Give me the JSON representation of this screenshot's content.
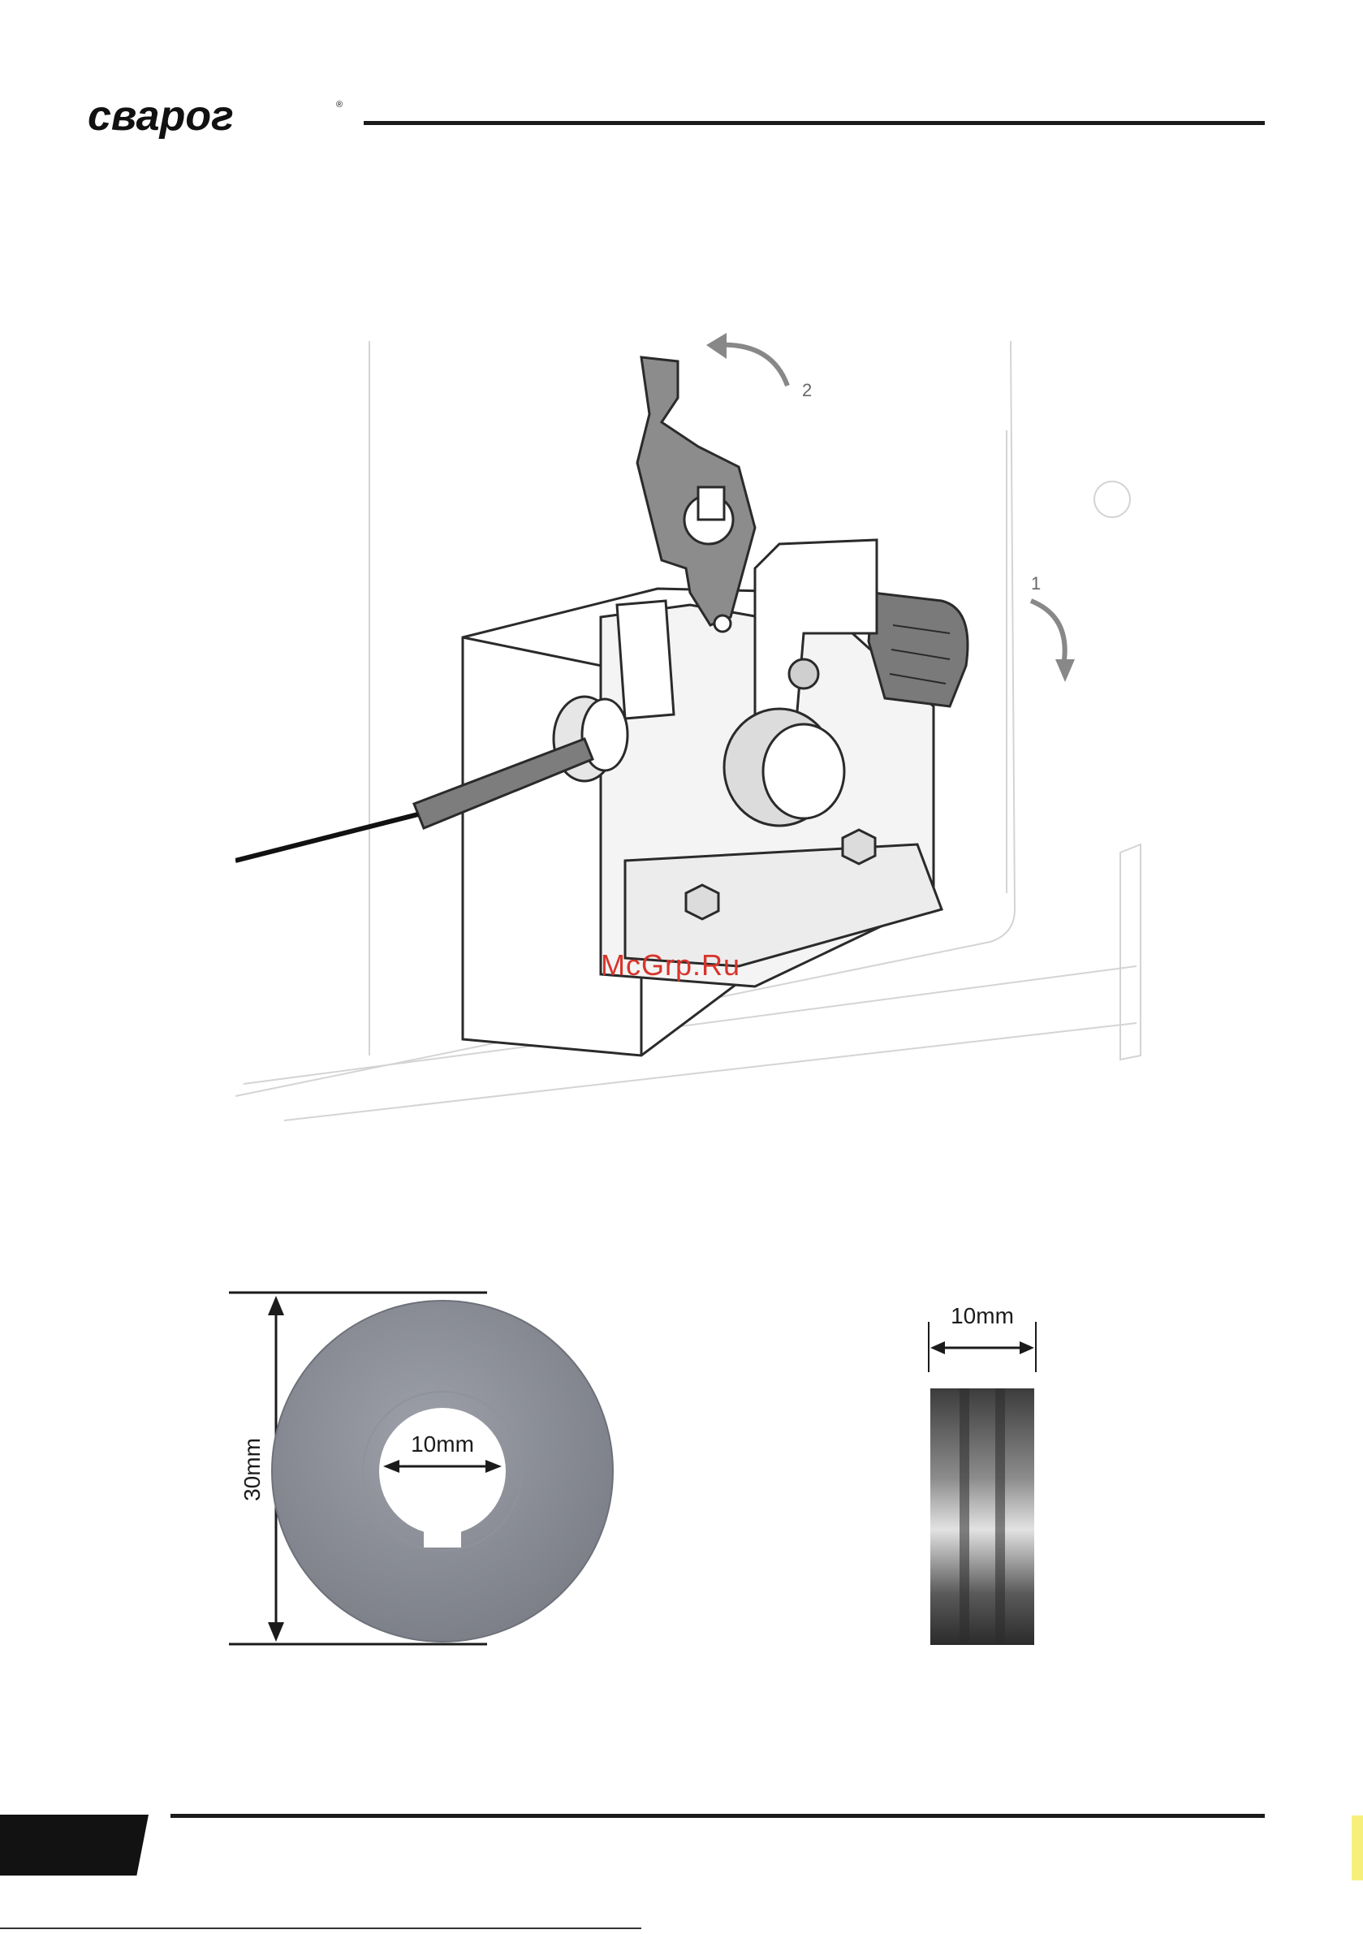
{
  "header": {
    "brand": "сварог",
    "brand_mark": "®"
  },
  "figure_main": {
    "step_labels": [
      "1",
      "2"
    ],
    "watermark": "McGrp.Ru"
  },
  "figure_washer": {
    "outer_label": "30mm",
    "inner_label": "10mm"
  },
  "figure_roller": {
    "width_label": "10mm"
  },
  "colors": {
    "rule": "#1b1b1b",
    "watermark": "#d8342b",
    "washer": "#8a8c94",
    "page_tab": "#121212"
  }
}
